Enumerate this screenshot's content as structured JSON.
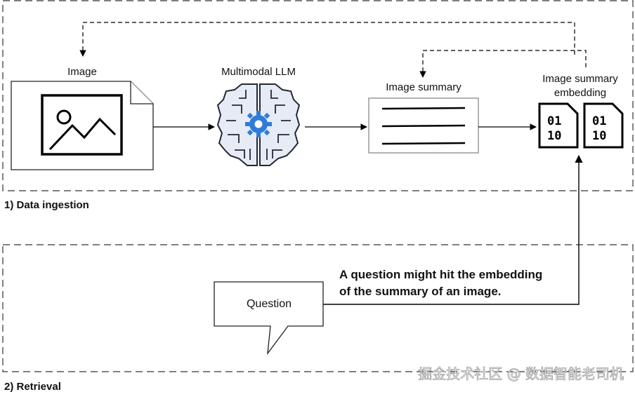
{
  "sections": {
    "ingestion_label": "1) Data ingestion",
    "retrieval_label": "2) Retrieval"
  },
  "nodes": {
    "image_label": "Image",
    "llm_label": "Multimodal LLM",
    "summary_label": "Image summary",
    "embedding_label_line1": "Image summary",
    "embedding_label_line2": "embedding",
    "embedding_doc1_line1": "01",
    "embedding_doc1_line2": "10",
    "embedding_doc2_line1": "01",
    "embedding_doc2_line2": "10",
    "question_label": "Question"
  },
  "annotation": {
    "line1": "A question might hit the embedding",
    "line2": "of the summary of an image."
  },
  "watermark": "掘金技术社区 @ 数据智能老司机",
  "icons": {
    "llm": "brain-gear-icon",
    "image": "image-file-icon",
    "embedding": "binary-file-icon",
    "question": "speech-bubble-icon"
  },
  "colors": {
    "gear": "#2f7bd8",
    "brain_fill": "#e6ebf5",
    "brain_stroke": "#1f2a36",
    "summary_border": "#888888"
  }
}
